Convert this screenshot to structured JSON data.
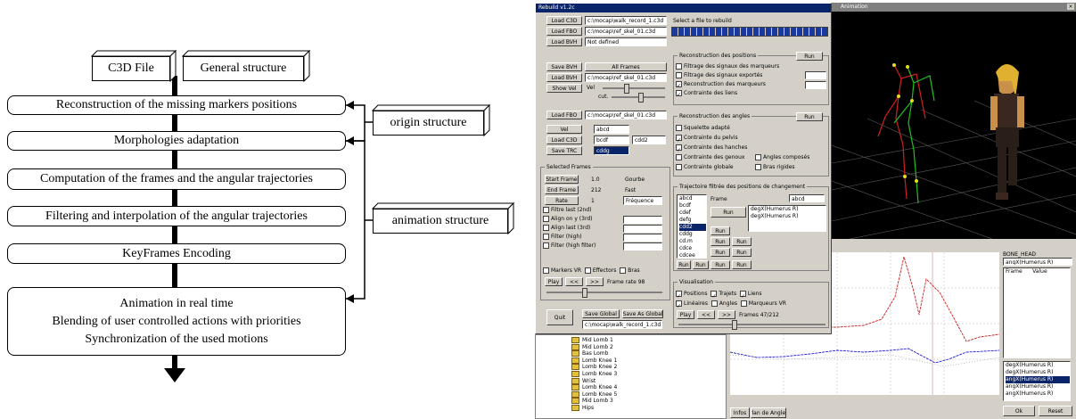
{
  "diagram": {
    "file_label": "C3D File",
    "general_label": "General structure",
    "origin_label": "origin structure",
    "animation_label": "animation structure",
    "steps": [
      "Reconstruction of the missing markers positions",
      "Morphologies adaptation",
      "Computation of the frames and the angular trajectories",
      "Filtering and interpolation of the angular trajectories",
      "KeyFrames Encoding"
    ],
    "final_title": "Animation in real time",
    "final_line1": "Blending of user controlled actions with priorities",
    "final_line2": "Synchronization of the used motions"
  },
  "app": {
    "window_title": "Rebuild v1.2c",
    "anim_title": "Animation",
    "left_buttons": [
      "Load C3D",
      "Load FBO",
      "Load BVH"
    ],
    "left_fields": [
      "c:\\mocap\\walk_record_1.c3d",
      "c:\\mocap\\ref_skel_01.c3d",
      "Not defined"
    ],
    "status_field": "Select a file to rebuild",
    "mid_buttons": [
      "Save BVH",
      "Load BVH",
      "Show Vel"
    ],
    "all_button": "All Frames",
    "vel_label": "Vel",
    "cut_label": "cut.",
    "save_trc": "Save TRC",
    "frames_group": "Selected Frames",
    "start_label": "Start Frame",
    "end_label": "End Frame",
    "rate_label": "Rate",
    "start_val": "1.0",
    "end_val": "212",
    "rate_val": "1",
    "start_opt": "Gourbe",
    "end_opt": "Fast",
    "rate_opt": "Fréquence",
    "filter_items": [
      "Filtre last (2nd)",
      "Align on y (3rd)",
      "Align last (3rd)",
      "Filter (high)",
      "Filter (high filter)"
    ],
    "check_items": [
      "Markers VR",
      "Effectors",
      "Bras"
    ],
    "play_btn": "Play",
    "rew_btn": "<<",
    "fwd_btn": ">>",
    "frame_rate_text": "Frame rate 98",
    "quit_btn": "Quit",
    "save_all_btn": "Save Global",
    "save_as_btn": "Save As Global",
    "recon_group": "Reconstruction des positions",
    "run_btn": "Run",
    "recon_opts": [
      "Filtrage des signaux des marqueurs",
      "Filtrage des signaux exportés",
      "Reconstruction des marqueurs",
      "Contrainte des liens"
    ],
    "morph_group": "Reconstruction des angles",
    "morph_opts": [
      "Squelette adapté",
      "Contrainte du pelvis",
      "Contrainte des hanches",
      "Contrainte des genoux",
      "Contrainte globale"
    ],
    "morph_opts_right": [
      "Angles composés",
      "Bras rigides"
    ],
    "frames_list_group": "Trajectoire filtrée des positions de changement",
    "list_items": [
      "abcd",
      "bcdf",
      "cdef",
      "defg",
      "cdd2",
      "cddg",
      "cd.m",
      "cdce",
      "cdcee"
    ],
    "viz_group": "Visualisation",
    "viz_opts": [
      "Positions",
      "Trajets",
      "Liens",
      "Linéaires",
      "Angles",
      "Marqueurs VR"
    ],
    "frame_label": "Frames 47/212",
    "bottom_tabs": [
      "Infos",
      "Plan de Angles"
    ],
    "right_header": "BONE_HEAD",
    "right_col_a": "Frame",
    "right_col_b": "Value",
    "right_list_bottom": [
      "degX(Humerus R)",
      "degX(Humerus R)",
      "angX(Humerus R)",
      "angX(Humerus R)",
      "angX(Humerus R)"
    ],
    "ok_btn": "Ok",
    "reset_btn": "Reset",
    "tree_items": [
      "Mid Lomb 1",
      "Mid Lomb 2",
      "Bas Lomb",
      "Lomb Knee 1",
      "Lomb Knee 2",
      "Lomb Knee 3",
      "Wrist",
      "Lomb Knee 4",
      "Lomb Knee 5",
      "Mid Lomb 3",
      "Hips"
    ]
  },
  "colors": {
    "title_bar": "#0a246a",
    "progress": "#1a3aa0",
    "panel": "#d4d0c8",
    "scene_bg": "#000000",
    "graph_red": "#cc2020",
    "graph_blue": "#2020cc"
  }
}
